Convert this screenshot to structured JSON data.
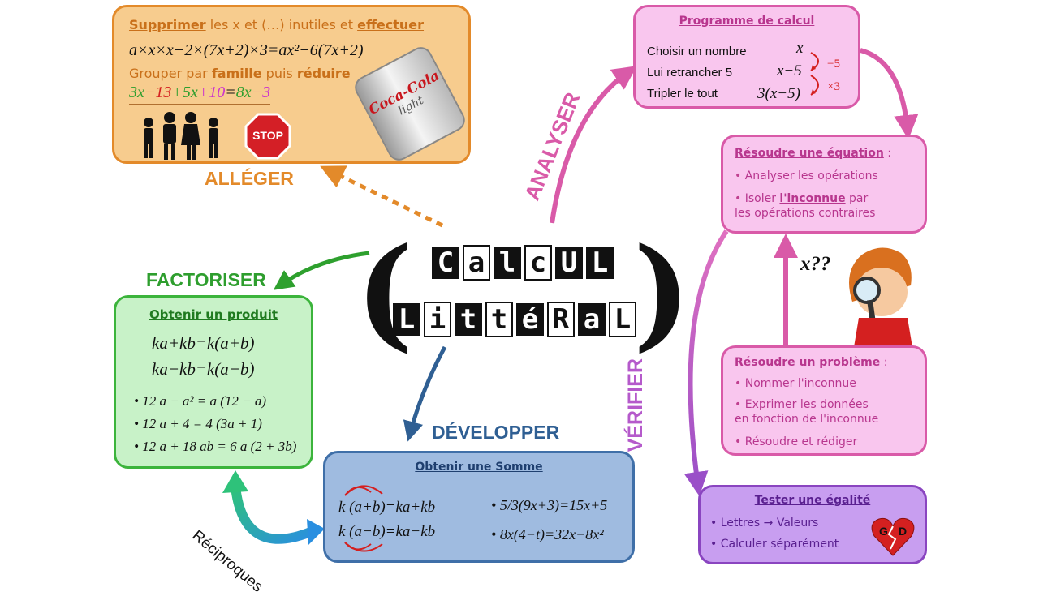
{
  "center": {
    "line1": [
      "C",
      "a",
      "l",
      "c",
      "U",
      "L"
    ],
    "line2": [
      "L",
      "i",
      "t",
      "t",
      "é",
      "R",
      "a",
      "L"
    ]
  },
  "alleger": {
    "label": "ALLÉGER",
    "line1_a": "Supprimer",
    "line1_b": " les x et (…) inutiles et ",
    "line1_c": "effectuer",
    "formula1": "a×x×x−2×(7x+2)×3=ax²−6(7x+2)",
    "line2_a": "Grouper par ",
    "line2_b": "famille",
    "line2_c": " puis ",
    "line2_d": "réduire",
    "f2_green": "3x",
    "f2_red": "−13",
    "f2_green2": "+5x",
    "f2_pink": "+10",
    "f2_eq": "=",
    "f2_res_green": "8x",
    "f2_res_pink": "−3",
    "stop": "STOP",
    "can_brand": "Coca-Cola",
    "can_sub": "light"
  },
  "factoriser": {
    "label": "FACTORISER",
    "title": "Obtenir un produit",
    "r1": "ka+kb=k(a+b)",
    "r2": "ka−kb=k(a−b)",
    "e1": "12 a − a² = a (12 − a)",
    "e2": "12 a + 4 = 4 (3a + 1)",
    "e3": "12 a + 18 ab = 6 a (2 + 3b)"
  },
  "developper": {
    "label": "DÉVELOPPER",
    "title": "Obtenir une Somme",
    "r1": "k (a+b)=ka+kb",
    "r2": "k (a−b)=ka−kb",
    "e1": "5/3(9x+3)=15x+5",
    "e2": "8x(4−t)=32x−8x²"
  },
  "reciproques": "Réciproques",
  "analyser": "ANALYSER",
  "verifier": "VÉRIFIER",
  "programme": {
    "title": "Programme de calcul",
    "rows": [
      {
        "text": "Choisir un nombre",
        "expr": "x",
        "op": ""
      },
      {
        "text": "Lui retrancher 5",
        "expr": "x−5",
        "op": "−5"
      },
      {
        "text": "Tripler le tout",
        "expr": "3(x−5)",
        "op": "×3"
      }
    ]
  },
  "equation": {
    "title_a": "Résoudre une équation",
    "title_b": " :",
    "i1": "Analyser les opérations",
    "i2_a": "Isoler ",
    "i2_b": "l'inconnue",
    "i2_c": " par",
    "i2_d": "les opérations contraires"
  },
  "probleme": {
    "title_a": "Résoudre un problème",
    "title_b": " :",
    "i1": "Nommer l'inconnue",
    "i2_a": "Exprimer les données",
    "i2_b": "en fonction de l'inconnue",
    "i3": "Résoudre et rédiger"
  },
  "egalite": {
    "title": "Tester une égalité",
    "i1": "Lettres → Valeurs",
    "i2": "Calculer séparément",
    "heart_g": "G",
    "heart_d": "D"
  },
  "boy_text": "x??",
  "colors": {
    "orange": "#e38a2a",
    "green": "#2e9e2e",
    "blue": "#2f5f93",
    "pink": "#d95aa8",
    "purple": "#9a4fc8"
  }
}
